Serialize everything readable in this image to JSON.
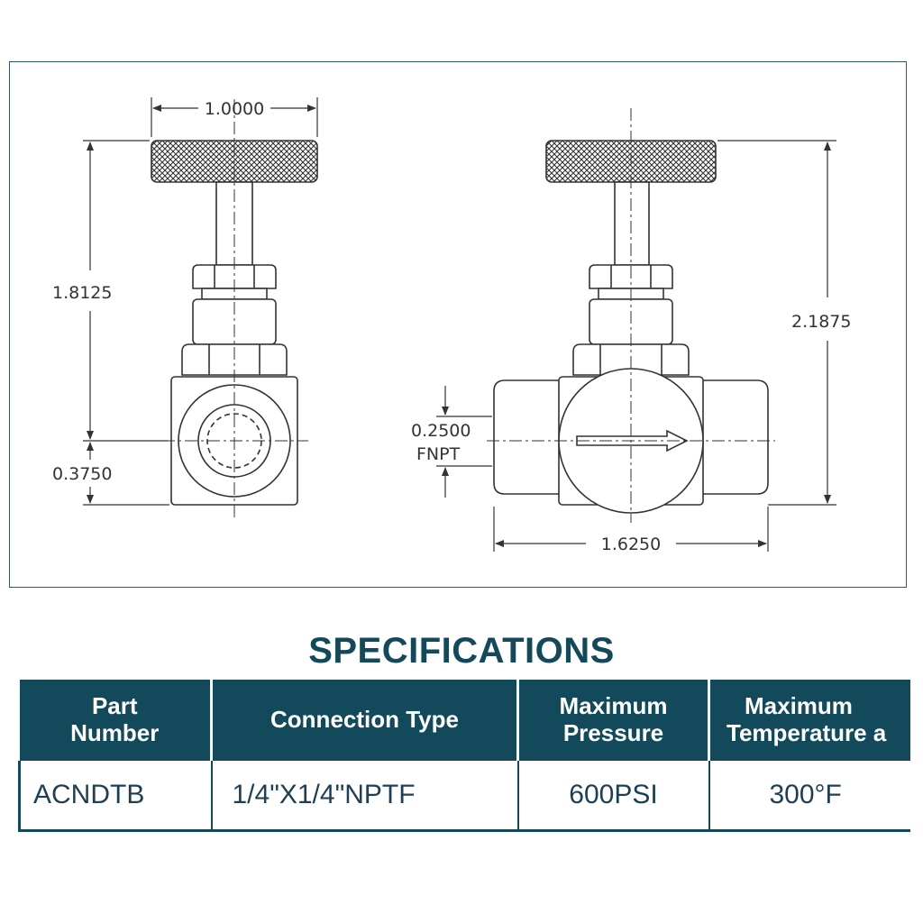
{
  "drawing": {
    "dimensions": {
      "handle_width": "1.0000",
      "stem_height": "1.8125",
      "port_center": "0.3750",
      "overall_height": "2.1875",
      "port_size": "0.2500",
      "port_type": "FNPT",
      "body_length": "1.6250"
    }
  },
  "specifications": {
    "title": "SPECIFICATIONS",
    "headers": [
      {
        "line1": "Part",
        "line2": "Number"
      },
      {
        "line1": "Connection Type",
        "line2": ""
      },
      {
        "line1": "Maximum",
        "line2": "Pressure"
      },
      {
        "line1": "Maximum",
        "line2": "Temperature a"
      }
    ],
    "rows": [
      [
        "ACNDTB",
        "1/4\"X1/4\"NPTF",
        "600PSI",
        "300°F"
      ]
    ]
  },
  "colors": {
    "frame_border": "#2f5b6b",
    "header_bg": "#124a5c",
    "title_color": "#124a5c"
  }
}
